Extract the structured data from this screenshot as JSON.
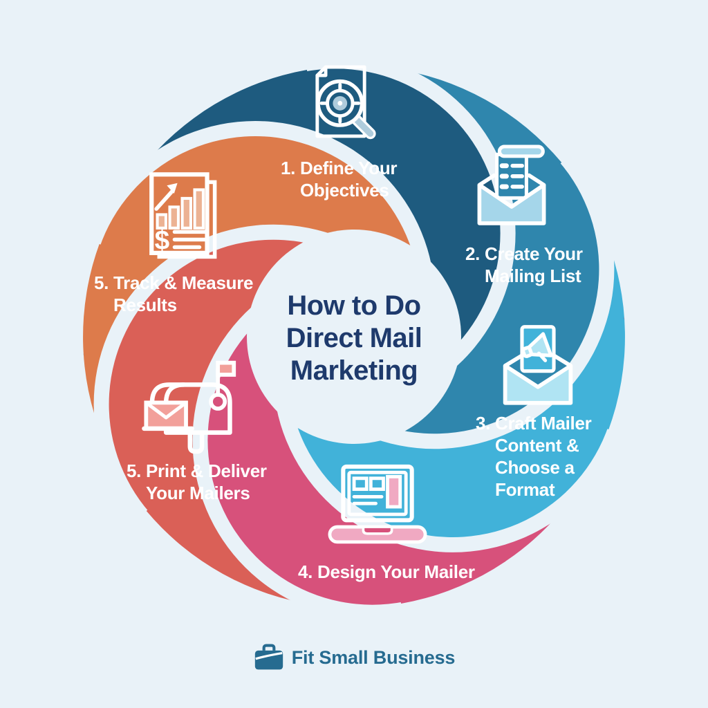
{
  "background": "#e9f2f8",
  "title": {
    "lines": [
      "How to Do",
      "Direct Mail",
      "Marketing"
    ],
    "color": "#1e3a6c"
  },
  "label_text_color": "#ffffff",
  "steps": [
    {
      "id": 1,
      "petal_color": "#1e5b7f",
      "accent": "#afccdc",
      "icon": "document-target-magnifier-icon",
      "label_lines": [
        "1. Define Your",
        "Objectives"
      ]
    },
    {
      "id": 2,
      "petal_color": "#2f86ad",
      "accent": "#a5d6ea",
      "icon": "envelope-mailing-list-icon",
      "label_lines": [
        "2. Create Your",
        "Mailing List"
      ]
    },
    {
      "id": 3,
      "petal_color": "#41b2d9",
      "accent": "#b0e4f3",
      "icon": "envelope-megaphone-icon",
      "label_lines": [
        "3. Craft Mailer",
        "Content &",
        "Choose a",
        "Format"
      ]
    },
    {
      "id": 4,
      "petal_color": "#d7517b",
      "accent": "#f0a9c2",
      "icon": "laptop-wireframe-icon",
      "label_lines": [
        "4. Design Your Mailer"
      ]
    },
    {
      "id": 5,
      "petal_color": "#da6057",
      "accent": "#f2a09a",
      "icon": "mailbox-icon",
      "label_lines": [
        "5. Print & Deliver",
        "Your Mailers"
      ]
    },
    {
      "id": 6,
      "petal_color": "#dd7b4b",
      "accent": "#ecb293",
      "icon": "report-chart-dollar-icon",
      "label_lines": [
        "5. Track & Measure",
        "Results"
      ],
      "dollar_glyph": "$"
    }
  ],
  "footer": {
    "brand": "Fit Small Business",
    "color": "#266b90",
    "icon": "briefcase-icon"
  }
}
